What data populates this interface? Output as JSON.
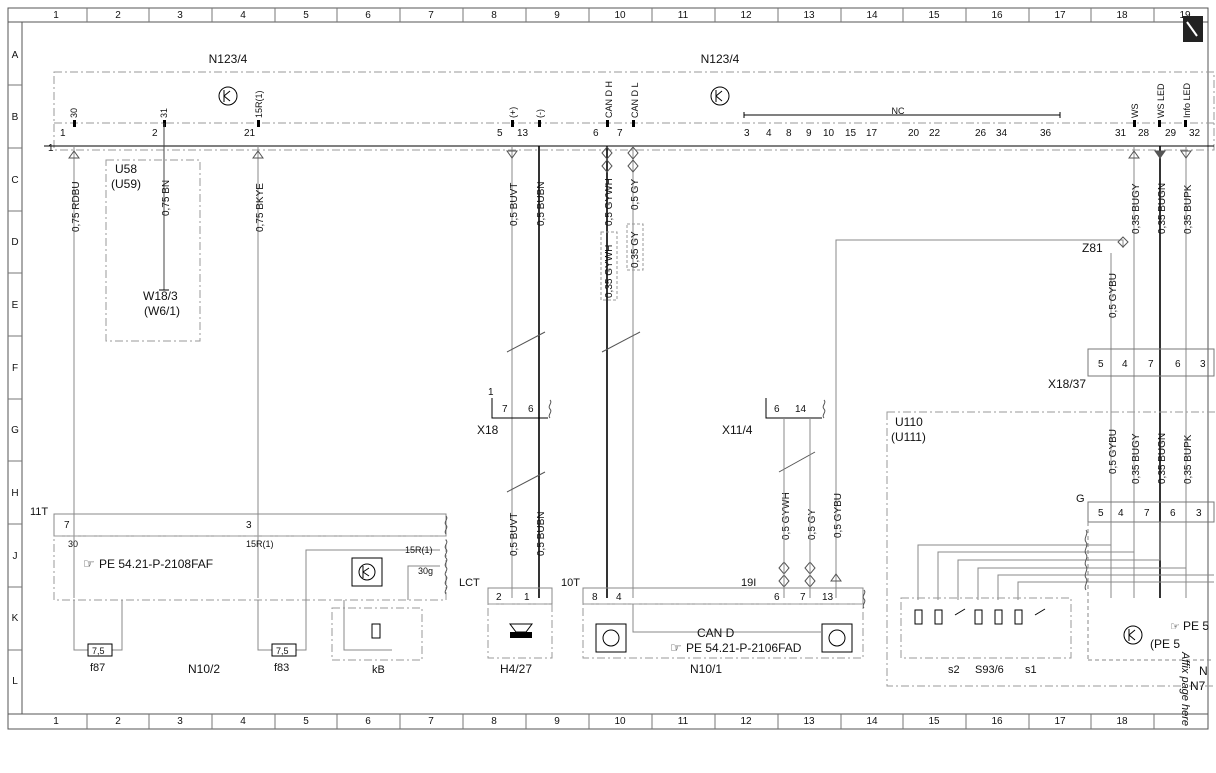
{
  "grid": {
    "columns": [
      "1",
      "2",
      "3",
      "4",
      "5",
      "6",
      "7",
      "8",
      "9",
      "10",
      "11",
      "12",
      "13",
      "14",
      "15",
      "16",
      "17",
      "18",
      "19"
    ],
    "rows": [
      "A",
      "B",
      "C",
      "D",
      "E",
      "F",
      "G",
      "H",
      "J",
      "K",
      "L"
    ]
  },
  "modules": {
    "n123_left": "N123/4",
    "n123_right": "N123/4",
    "u58": "U58",
    "u59": "(U59)",
    "w18": "W18/3",
    "w6": "(W6/1)",
    "x18": "X18",
    "x11": "X11/4",
    "x18_37": "X18/37",
    "z81": "Z81",
    "u110": "U110",
    "u111": "(U111)",
    "n10_2": "N10/2",
    "n10_1": "N10/1",
    "h4_27": "H4/27",
    "f87": "f87",
    "f83": "f83",
    "kb": "kB",
    "s2": "s2",
    "s93": "S93/6",
    "s1": "s1",
    "lct": "LCT",
    "t10": "10T",
    "t11": "11T",
    "t19": "19I",
    "nc": "NC",
    "can_d": "CAN D",
    "pe_left": "PE 54.21-P-2108FAF",
    "pe_mid": "PE 54.21-P-2106FAD",
    "pe_right1": "PE 5",
    "pe_right2": "(PE 5",
    "n_right": "N",
    "n7_right": "N7",
    "fuse_f87": "7,5",
    "fuse_f83": "7,5",
    "r15_top": "15R(1)",
    "r30g": "30g",
    "side_note": "Affix page here"
  },
  "top_pins": [
    {
      "num": "30",
      "label": "1"
    },
    {
      "num": "31",
      "label": "2"
    },
    {
      "num": "15R(1)",
      "label": "21"
    },
    {
      "num": "(+)",
      "label": "5"
    },
    {
      "num": "(-)",
      "label": "13"
    },
    {
      "num": "CAN D H",
      "label": "6"
    },
    {
      "num": "CAN D L",
      "label": "7"
    },
    {
      "num": "WS",
      "label": "31"
    },
    {
      "num": "WS LED",
      "label": "28"
    },
    {
      "num": "Info LED",
      "label": "29"
    },
    {
      "num": "",
      "label": "32"
    }
  ],
  "nc_pins": [
    "3",
    "4",
    "8",
    "9",
    "10",
    "15",
    "17",
    "20",
    "22",
    "26",
    "34",
    "36"
  ],
  "wires": {
    "w1": "0,75 RDBU",
    "w2": "0,75 BN",
    "w3": "0,75 BKYE",
    "w4": "0,5 BUVT",
    "w5": "0,5 BUBN",
    "w6": "0,5 GYWH",
    "w7": "0,5 GY",
    "w8": "0,35 GYWH",
    "w9": "0,35 GY",
    "w10": "0,35 BUGY",
    "w11": "0,35 BUGN",
    "w12": "0,35 BUPK",
    "w13": "0,5 GYBU",
    "w14": "0,5 GYBU",
    "w15": "0,35 BUGY",
    "w16": "0,35 BUGN",
    "w17": "0,35 BUPK",
    "w18": "0,5 BUVT",
    "w19": "0,5 BUBN",
    "w20": "0,5 GYWH",
    "w21": "0,5 GY",
    "w22": "0,5 GYBU"
  },
  "connector_pins": {
    "x18_p1": "1",
    "x18_p7": "7",
    "x18_p6": "6",
    "x11_p6": "6",
    "x11_p14": "14",
    "x1837": [
      "5",
      "4",
      "7",
      "6",
      "3"
    ],
    "u110_pins": [
      "5",
      "4",
      "7",
      "6",
      "3"
    ],
    "t11_7": "7",
    "t11_3": "3",
    "t11_30": "30",
    "t11_15r": "15R(1)",
    "lct_2": "2",
    "lct_1": "1",
    "t10_8": "8",
    "t10_4": "4",
    "t19_6": "6",
    "t19_7": "7",
    "t19_13": "13"
  }
}
